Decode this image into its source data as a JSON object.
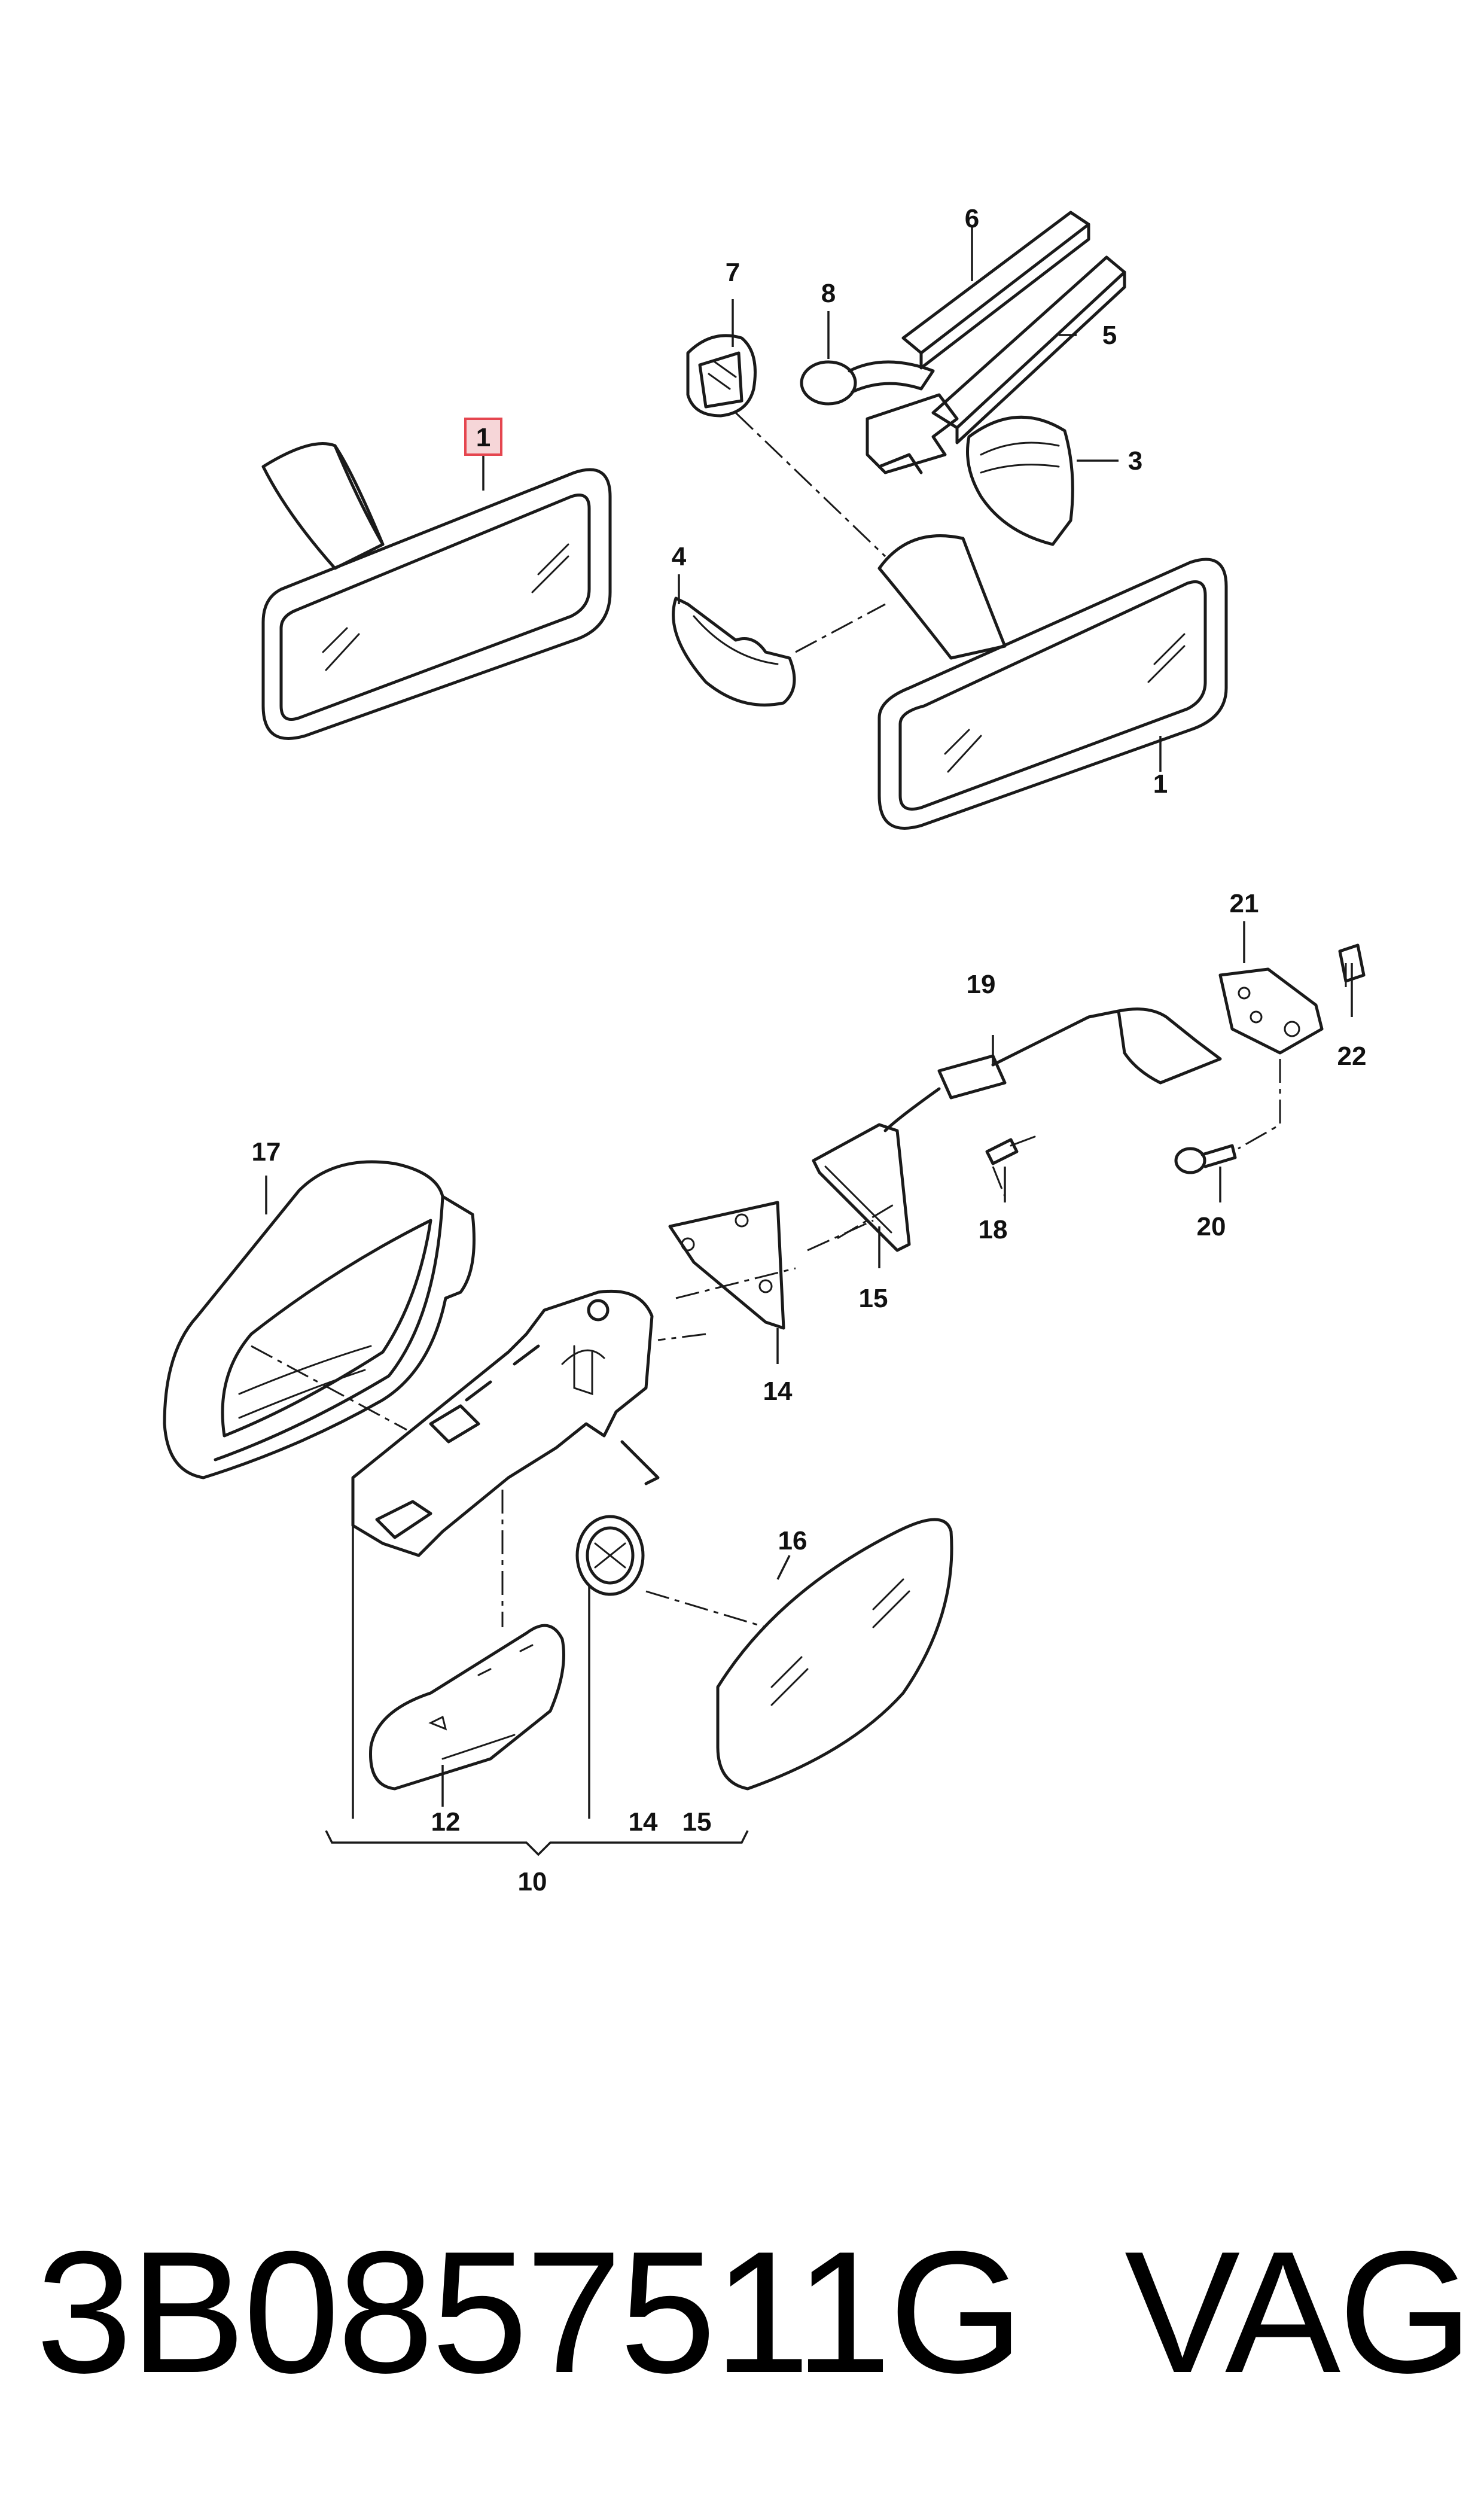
{
  "diagram": {
    "highlight_color": "#e5464f",
    "highlight_fill": "#f6d6d8",
    "callouts": [
      {
        "id": "c1a",
        "text": "1",
        "highlighted": true
      },
      {
        "id": "c1b",
        "text": "1"
      },
      {
        "id": "c3",
        "text": "3"
      },
      {
        "id": "c4",
        "text": "4"
      },
      {
        "id": "c5",
        "text": "5"
      },
      {
        "id": "c6",
        "text": "6"
      },
      {
        "id": "c7",
        "text": "7"
      },
      {
        "id": "c8",
        "text": "8"
      },
      {
        "id": "c10",
        "text": "10"
      },
      {
        "id": "c12",
        "text": "12"
      },
      {
        "id": "c14a",
        "text": "14"
      },
      {
        "id": "c14b",
        "text": "14"
      },
      {
        "id": "c15a",
        "text": "15"
      },
      {
        "id": "c15b",
        "text": "15"
      },
      {
        "id": "c16",
        "text": "16"
      },
      {
        "id": "c17",
        "text": "17"
      },
      {
        "id": "c18",
        "text": "18"
      },
      {
        "id": "c19",
        "text": "19"
      },
      {
        "id": "c20",
        "text": "20"
      },
      {
        "id": "c21",
        "text": "21"
      },
      {
        "id": "c22",
        "text": "22"
      }
    ]
  },
  "caption": {
    "part_number": "3B0857511G",
    "brand": "VAG"
  }
}
